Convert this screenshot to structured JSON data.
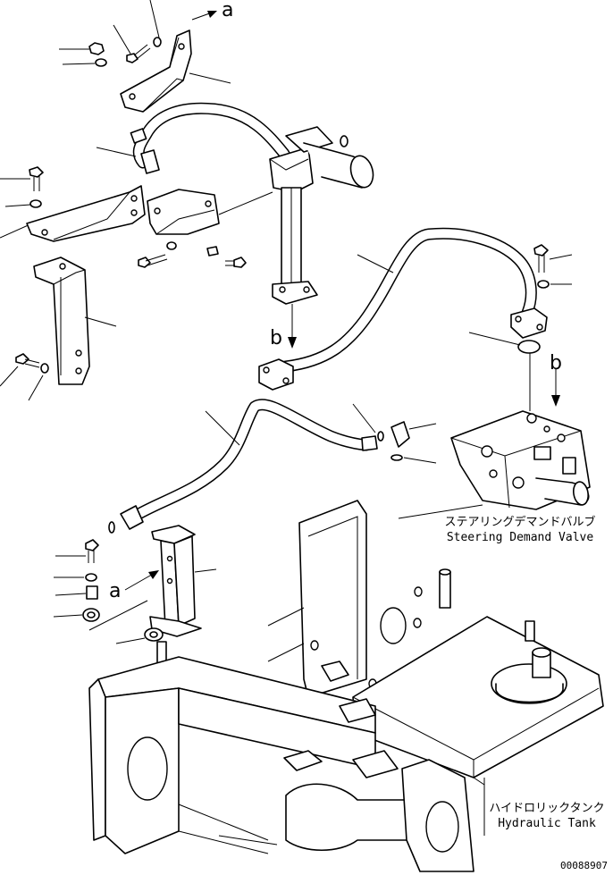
{
  "diagram": {
    "callouts": {
      "steering_demand_valve_jp": "ステアリングデマンドバルブ",
      "steering_demand_valve_en": "Steering Demand Valve",
      "hydraulic_tank_jp": "ハイドロリックタンク",
      "hydraulic_tank_en": "Hydraulic Tank"
    },
    "connection_markers": {
      "a_top": "a",
      "a_mid": "a",
      "b_left": "b",
      "b_right": "b"
    },
    "drawing_number": "00088907"
  }
}
